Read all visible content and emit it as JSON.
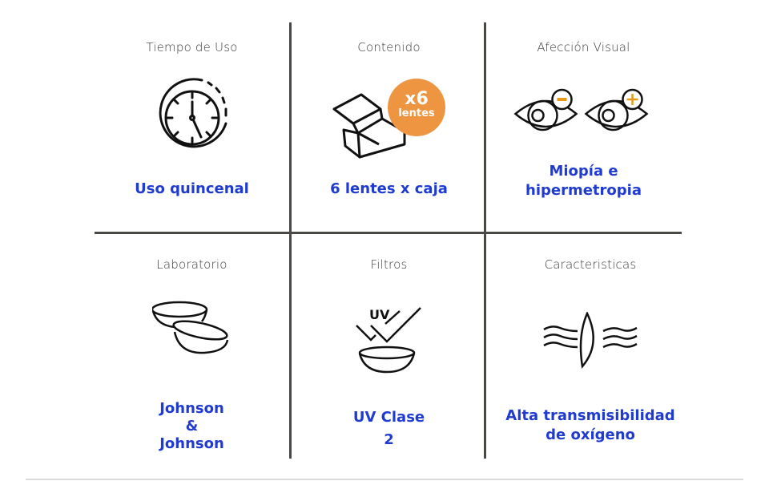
{
  "grid": {
    "line_color": "#4a4844",
    "cells": [
      {
        "label": "Tiempo de Uso",
        "icon": "clock-icon",
        "value_lines": [
          "Uso quincenal"
        ]
      },
      {
        "label": "Contenido",
        "icon": "box-icon",
        "badge": {
          "count": "x6",
          "unit": "lentes",
          "color": "#ed9541"
        },
        "value_lines": [
          "6 lentes x caja"
        ]
      },
      {
        "label": "Afección Visual",
        "icon": "eye-minus-plus-icon",
        "value_lines": [
          "Miopía e",
          "hipermetropia"
        ]
      },
      {
        "label": "Laboratorio",
        "icon": "contact-lenses-icon",
        "value_lines": [
          "Johnson",
          "&",
          "Johnson"
        ]
      },
      {
        "label": "Filtros",
        "icon": "uv-filter-lens-icon",
        "icon_text": "UV",
        "value_lines": [
          "UV Clase",
          "2"
        ]
      },
      {
        "label": "Caracteristicas",
        "icon": "oxygen-lens-icon",
        "value_lines": [
          "Alta transmisibilidad",
          "de oxígeno"
        ]
      }
    ]
  },
  "colors": {
    "value_text": "#1f3bd1",
    "label_text": "#3a3a3a",
    "accent": "#ed9541"
  }
}
